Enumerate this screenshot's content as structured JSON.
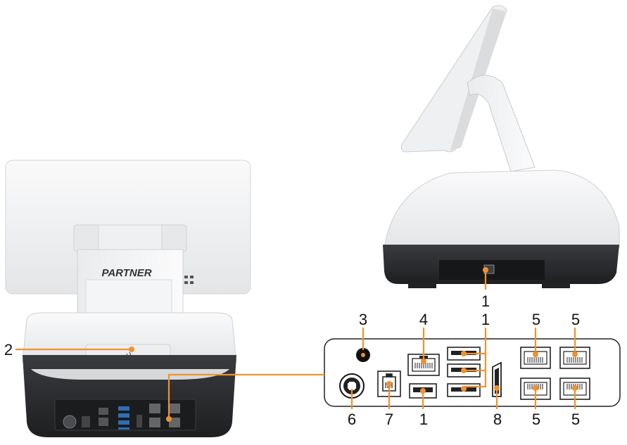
{
  "brand": {
    "logo_text": "PARTNER"
  },
  "colors": {
    "accent": "#F0922E",
    "body_white": "#F1F2F3",
    "body_shadow": "#D9DBDD",
    "base_dark": "#2A2B2D",
    "port_gray": "#8A8D90",
    "usb_blue": "#2F6FB5",
    "outline": "#222222"
  },
  "icons": {
    "nfc": "contactless-icon",
    "dc_in": "power-connector-icon",
    "lan": "ethernet-port-icon",
    "usb": "usb-port-icon",
    "display": "displayport-icon",
    "lock": "kensington-lock-icon",
    "cash_drawer": "rj11-port-icon"
  },
  "callouts": {
    "side_usb": "1",
    "front_nfc": "2",
    "panel_lock": "3",
    "panel_lan": "4",
    "panel_usb_stack": "1",
    "panel_com_a": "5",
    "panel_com_b": "5",
    "panel_dc": "6",
    "panel_rj11": "7",
    "panel_usb_single": "1",
    "panel_display": "8",
    "panel_com_c": "5",
    "panel_com_d": "5"
  }
}
